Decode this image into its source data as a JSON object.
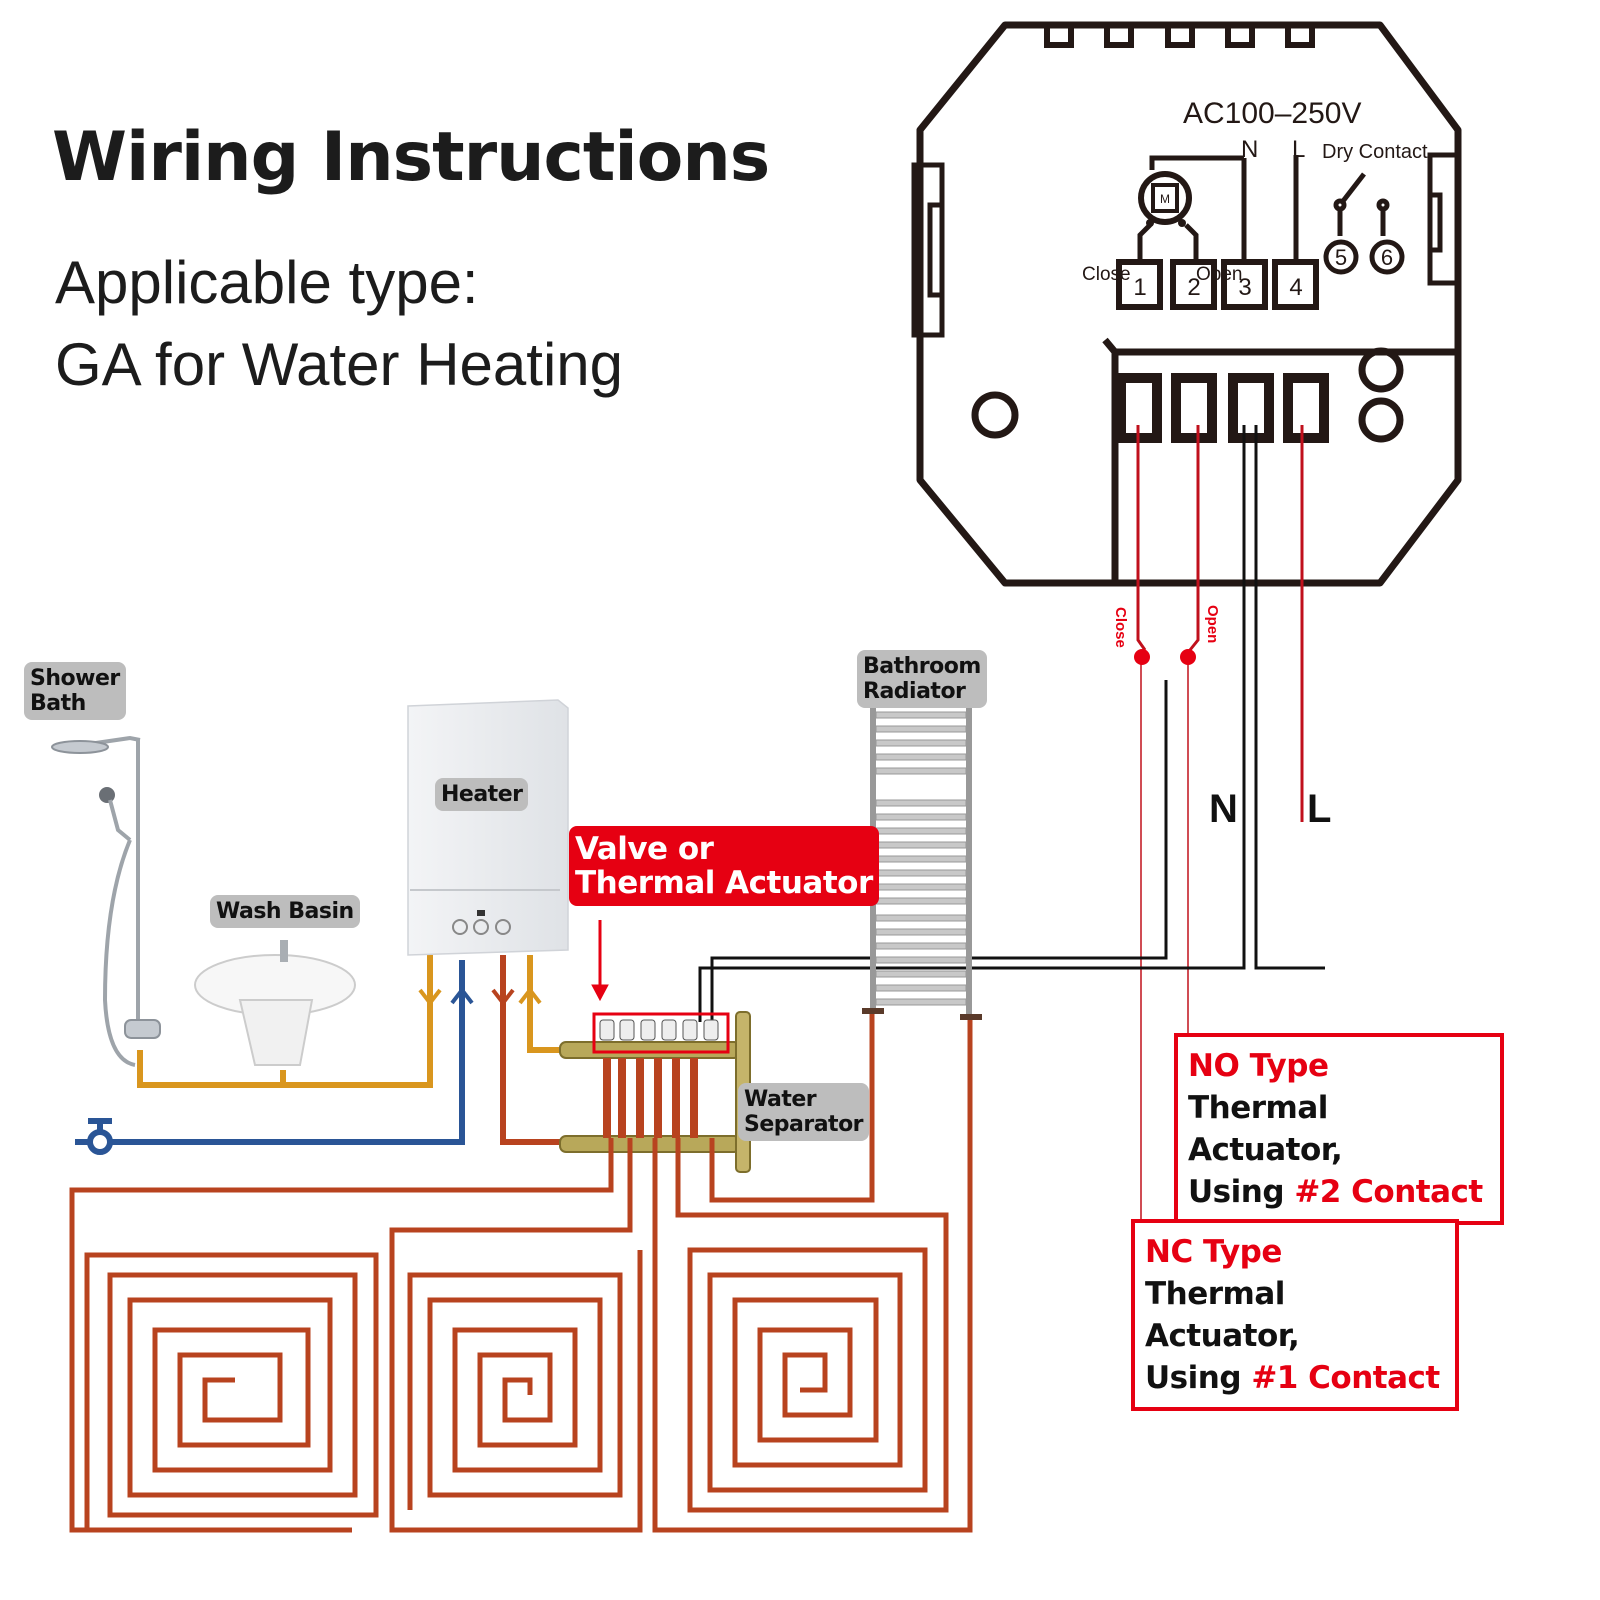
{
  "header": {
    "title": "Wiring Instructions",
    "subtitle_line1": "Applicable type:",
    "subtitle_line2": "GA for Water Heating"
  },
  "thermostat": {
    "voltage": "AC100–250V",
    "neutral_label": "N",
    "live_label": "L",
    "dry_contact_label": "Dry Contact",
    "close_label": "Close",
    "open_label": "Open",
    "motor_label": "M",
    "terminals": [
      "1",
      "2",
      "3",
      "4"
    ],
    "dry_terminals": [
      "5",
      "6"
    ]
  },
  "wires": {
    "close_label": "Close",
    "open_label": "Open",
    "n_label": "N",
    "l_label": "L"
  },
  "components": {
    "shower_line1": "Shower",
    "shower_line2": "Bath",
    "wash_basin": "Wash Basin",
    "heater": "Heater",
    "radiator_line1": "Bathroom",
    "radiator_line2": "Radiator",
    "separator_line1": "Water",
    "separator_line2": "Separator",
    "valve_line1": "Valve or",
    "valve_line2": "Thermal Actuator"
  },
  "notes": {
    "no_type": {
      "title": "NO Type",
      "line2": "Thermal Actuator,",
      "line3_prefix": "Using ",
      "line3_highlight": "#2 Contact"
    },
    "nc_type": {
      "title": "NC Type",
      "line2": "Thermal Actuator,",
      "line3_prefix": "Using ",
      "line3_highlight": "#1 Contact"
    }
  },
  "colors": {
    "accent_red": "#e60012",
    "wire_red": "#b0101a",
    "pipe_hot": "#b8431f",
    "pipe_warm": "#d9961e",
    "pipe_cold": "#2a5596",
    "ink": "#1c1c1c"
  }
}
